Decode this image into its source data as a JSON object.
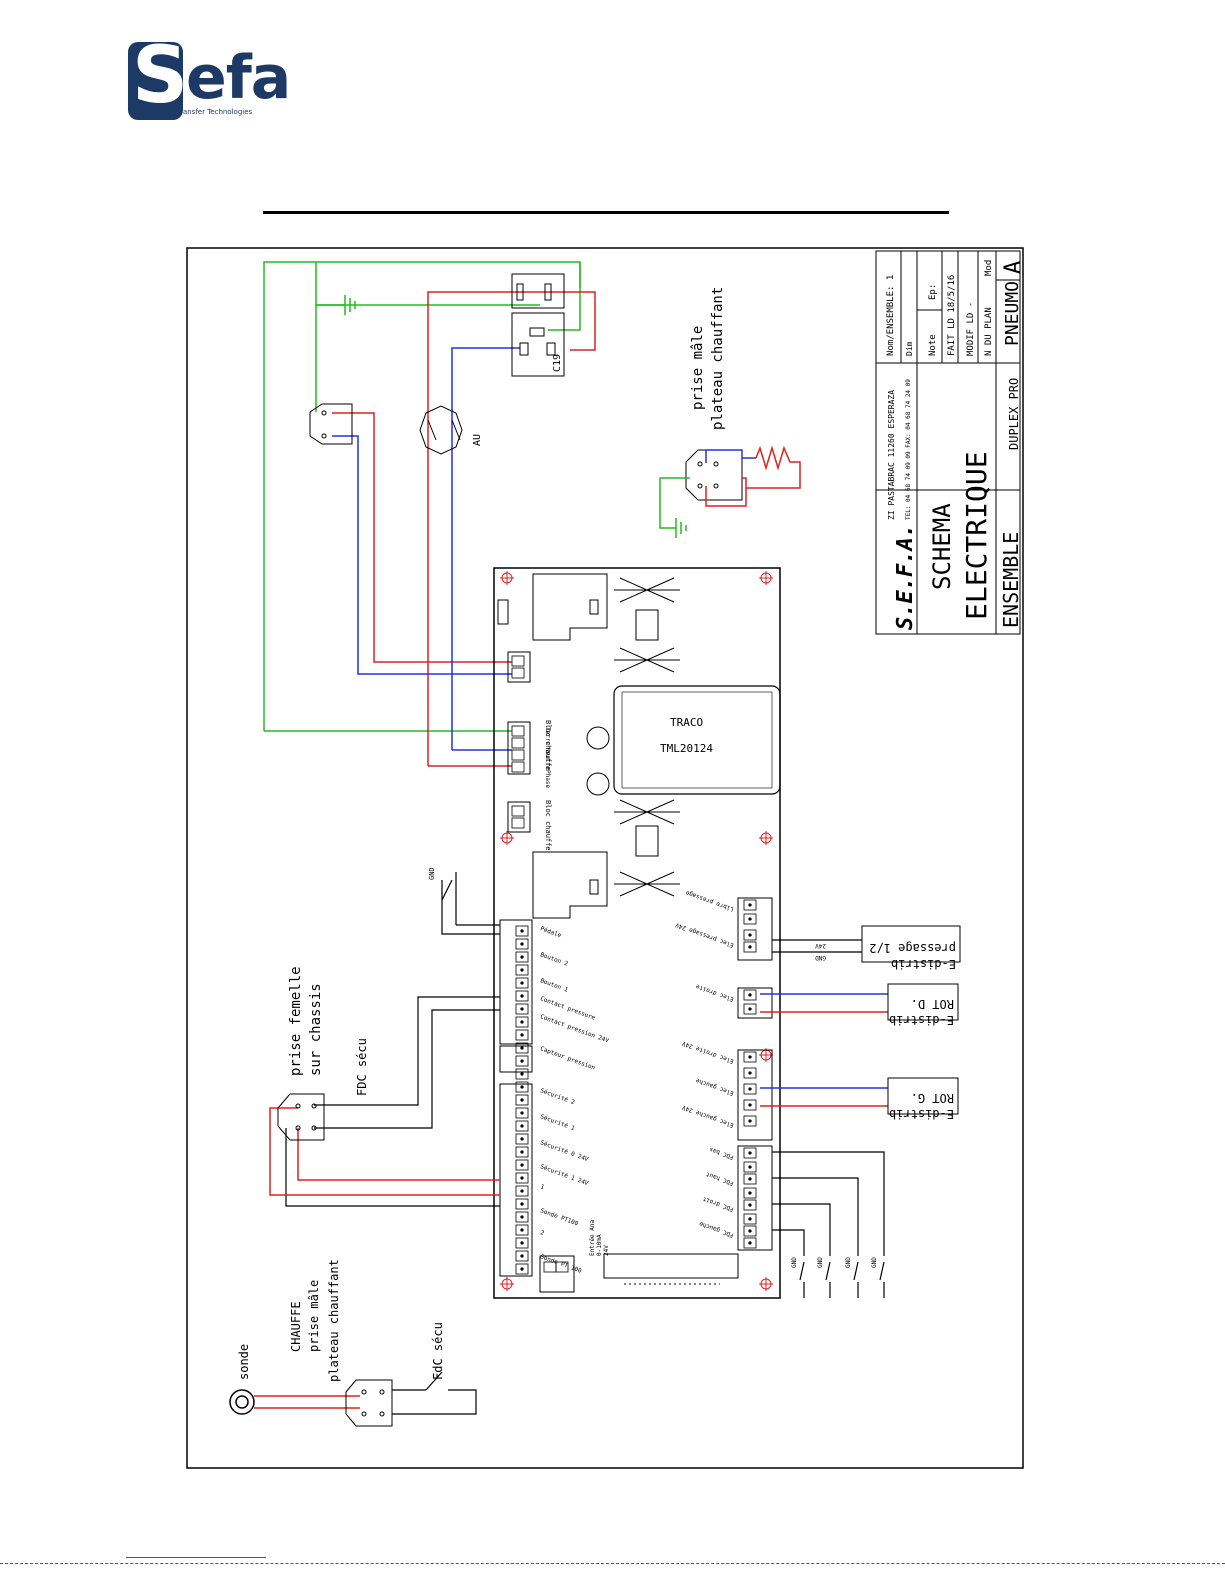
{
  "logo": {
    "letter": "S",
    "rest": "efa",
    "tagline": "Heat Transfer Technologies"
  },
  "cartouche": {
    "brand": "S.E.F.A.",
    "address": "ZI PASTABRAC 11260 ESPERAZA",
    "phone": "TEL: 04 68 74 09 09    FAX: 04 68 74 24 09",
    "nom_ensemble": "Nom/ENSEMBLE: 1",
    "dim": "Dim",
    "note": "Note",
    "ep": "Ep:",
    "fait": "FAIT LD  18/5/16",
    "modif": "MODIF LD -",
    "n_plan": "N DU PLAN",
    "mod": "Mod",
    "title_line1": "SCHEMA",
    "title_line2": "ELECTRIQUE",
    "ensemble": "ENSEMBLE",
    "product": "DUPLEX PRO",
    "plan_number": "PNEUMO",
    "revision": "A"
  },
  "labels": {
    "prise_male_1": "prise mâle",
    "plateau_1": "plateau chauffant",
    "c19": "C19",
    "au": "AU",
    "traco1": "TRACO",
    "traco2": "TML20124",
    "prise_femelle": "prise femelle",
    "sur_chassis": "sur chassis",
    "fdc_secu": "FDC sécu",
    "sonde": "sonde",
    "chauffe": "CHAUFFE",
    "prise_male_2": "prise mâle",
    "plateau_2": "plateau chauffant",
    "fdc_secu_2": "FdC sécu",
    "gnd": "GND",
    "v24": "24V",
    "edistrib_pressage_1": "E-distrib",
    "edistrib_pressage_2": "pressage 1/2",
    "edistrib_rotd_1": "E-distrib",
    "edistrib_rotd_2": "ROT D.",
    "edistrib_rotg_1": "E-distrib",
    "edistrib_rotg_2": "ROT G.",
    "bloc_chauffe_1": "Bloc chauffe",
    "bloc_chauffe_2": "Bloc chauffe",
    "terre": "Terre",
    "neutre": "Neutre",
    "phase": "Phase",
    "entree_ana": "Entrée Ana",
    "entree_ana_2": "0-10mA",
    "entree_ana_3": "24V",
    "board_left": [
      "Pédale",
      "Bouton 2",
      "Bouton 1",
      "Contact pressure",
      "Contact pression 24V",
      "Capteur pression",
      "Sécurité 2",
      "Sécurité 1",
      "Sécurité 0 24V",
      "Sécurité 1 24V",
      "1",
      "Sonde PT100",
      "2",
      "Sonde PT 100"
    ],
    "board_right": [
      "Libre pressage",
      "Elec pressage 24V",
      "Elec droite",
      "Elec droite 24V",
      "Elec gauche",
      "Elec gauche 24V",
      "FDC bas",
      "FDC haut",
      "FDC droit",
      "FDC gauche"
    ]
  }
}
